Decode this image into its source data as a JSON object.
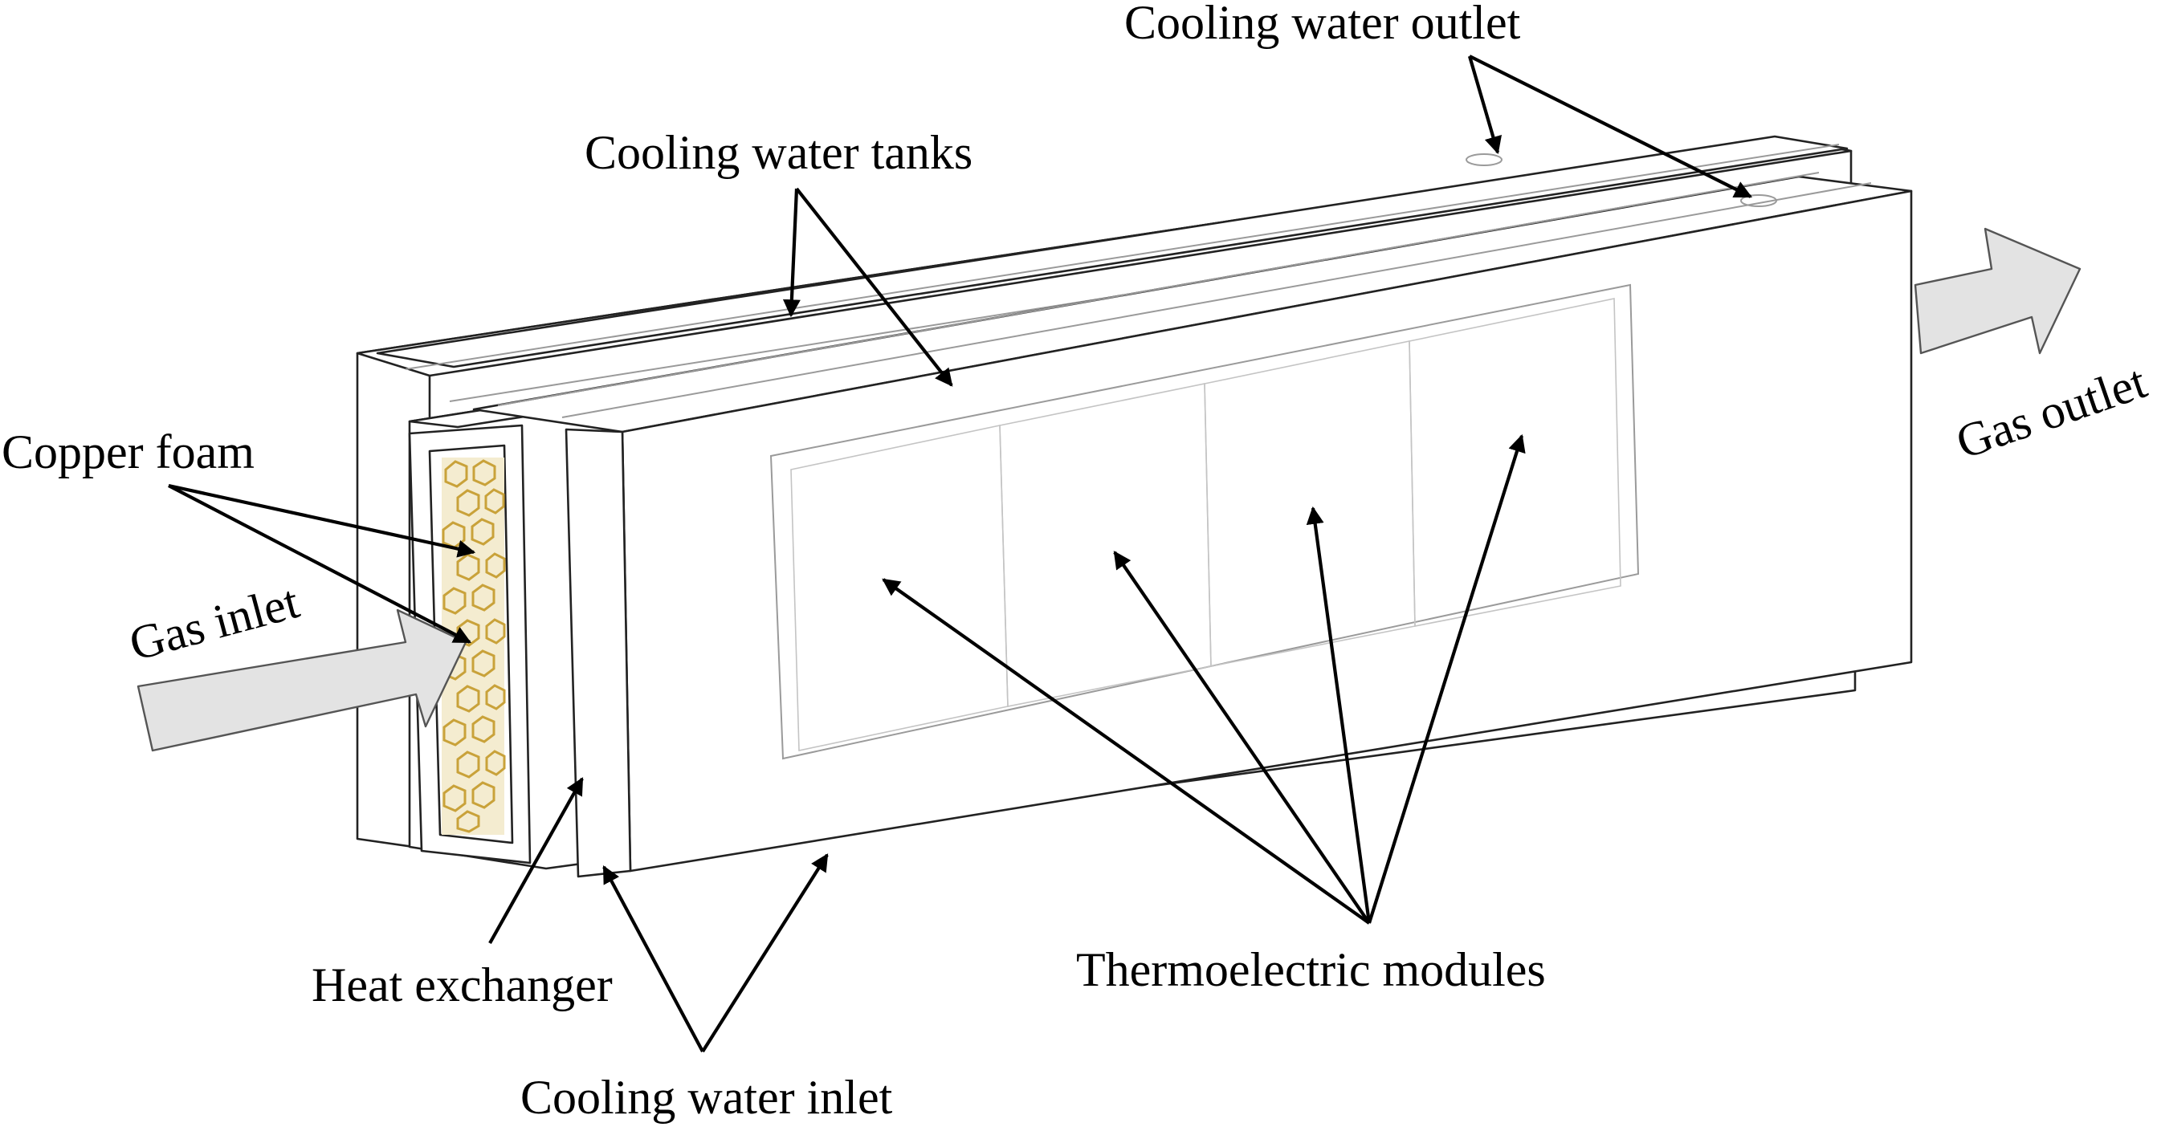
{
  "labels": {
    "cooling_water_outlet": "Cooling water outlet",
    "cooling_water_tanks": "Cooling water tanks",
    "copper_foam": "Copper foam",
    "gas_inlet": "Gas inlet",
    "gas_outlet": "Gas outlet",
    "heat_exchanger": "Heat exchanger",
    "thermoelectric_modules": "Thermoelectric modules",
    "cooling_water_inlet": "Cooling water inlet"
  },
  "colors": {
    "copper_foam": "#c9a23a",
    "flow_arrow_fill": "#e3e3e3",
    "lines": "#222222"
  }
}
